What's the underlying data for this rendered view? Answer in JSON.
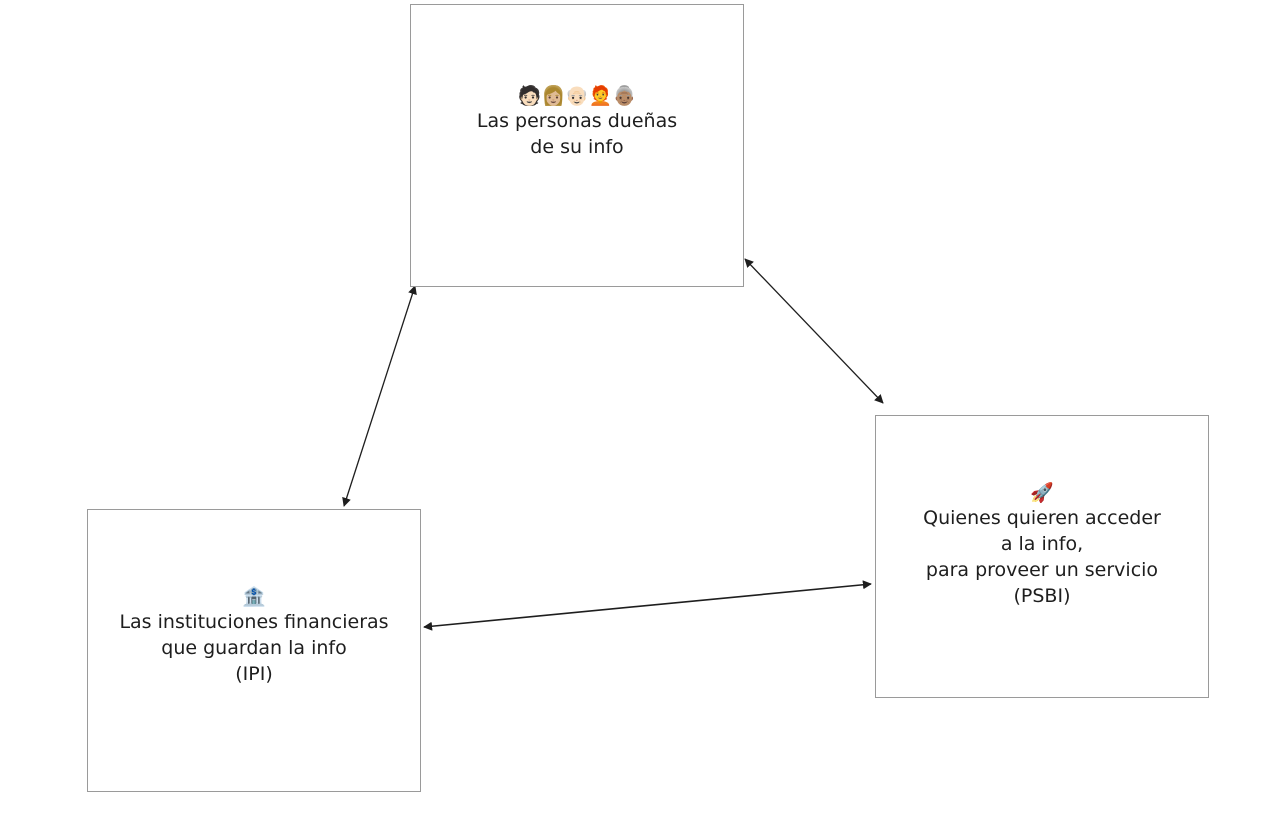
{
  "nodes": {
    "personas": {
      "emoji": "🧑🏻👩🏼👴🏻🧑‍🦰👵🏽",
      "lines": [
        "Las personas dueñas",
        "de su info"
      ]
    },
    "ipi": {
      "emoji": "🏦",
      "lines": [
        "Las instituciones financieras",
        "que guardan la info",
        "(IPI)"
      ]
    },
    "psbi": {
      "emoji": "🚀",
      "lines": [
        "Quienes quieren acceder",
        "a la info,",
        "para proveer un servicio",
        "(PSBI)"
      ]
    }
  },
  "edges": [
    {
      "from": "personas",
      "to": "ipi",
      "direction": "both"
    },
    {
      "from": "personas",
      "to": "psbi",
      "direction": "both"
    },
    {
      "from": "ipi",
      "to": "psbi",
      "direction": "both"
    }
  ],
  "colors": {
    "stroke": "#1e1e1e",
    "border": "#9a9a9a",
    "background": "#ffffff"
  }
}
